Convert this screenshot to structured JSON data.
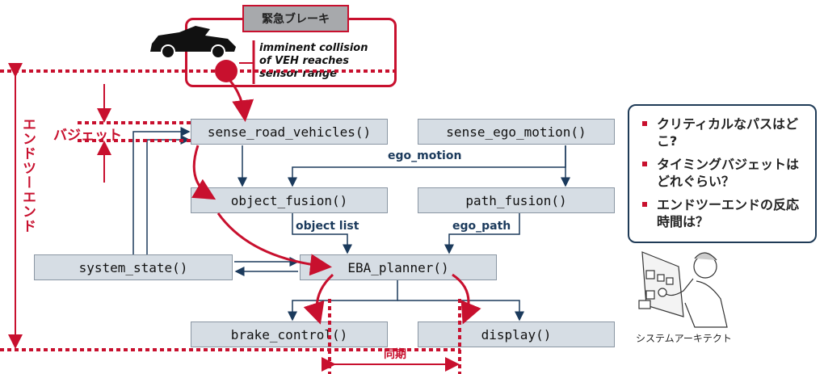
{
  "emergency": {
    "title": "緊急ブレーキ",
    "text": "imminent collision\nof VEH reaches\nsensor range"
  },
  "side_labels": {
    "end_to_end": "エンドツーエンド",
    "budget": "バジェット",
    "sync": "同期"
  },
  "boxes": {
    "sense_road": "sense_road_vehicles()",
    "sense_ego": "sense_ego_motion()",
    "object_fusion": "object_fusion()",
    "path_fusion": "path_fusion()",
    "system_state": "system_state()",
    "eba_planner": "EBA_planner()",
    "brake_control": "brake_control()",
    "display": "display()"
  },
  "edge_labels": {
    "ego_motion": "ego_motion",
    "object_list": "object list",
    "ego_path": "ego_path"
  },
  "questions": [
    "クリティカルなパスはどこ?",
    "タイミングバジェットはどれぐらい？",
    "エンドツーエンドの反応時間は？"
  ],
  "architect_label": "システムアーキテクト",
  "colors": {
    "accent": "#c8102e",
    "navy": "#1b3a5c",
    "box": "#d6dde4"
  }
}
